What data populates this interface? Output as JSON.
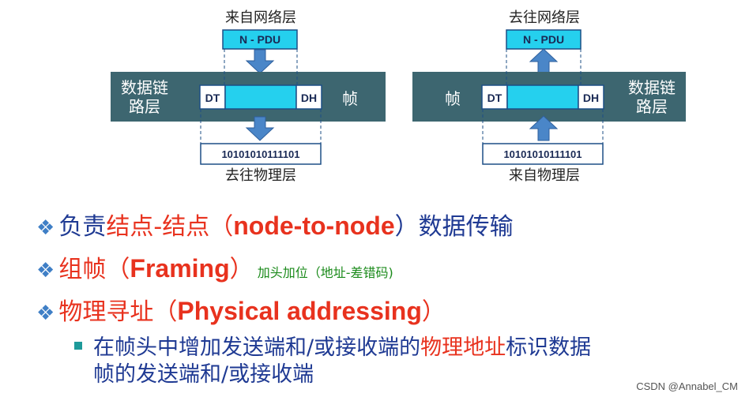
{
  "diagram": {
    "left": {
      "top_label": "来自网络层",
      "pdu": "N - PDU",
      "layer_label_line1": "数据链",
      "layer_label_line2": "路层",
      "dt": "DT",
      "dh": "DH",
      "frame_label": "帧",
      "bits": "10101010111101",
      "bottom_label": "去往物理层"
    },
    "right": {
      "top_label": "去往网络层",
      "pdu": "N - PDU",
      "frame_label": "帧",
      "dt": "DT",
      "dh": "DH",
      "layer_label_line1": "数据链",
      "layer_label_line2": "路层",
      "bits": "10101010111101",
      "bottom_label": "来自物理层"
    }
  },
  "bullets": [
    {
      "symbol": "❖",
      "parts": [
        {
          "text": "负责",
          "color": "navy"
        },
        {
          "text": "结点-结点",
          "color": "red"
        },
        {
          "text": "（",
          "color": "red"
        },
        {
          "text": "node-to-node",
          "color": "red"
        },
        {
          "text": "）数据传输",
          "color": "navy"
        }
      ]
    },
    {
      "symbol": "❖",
      "parts": [
        {
          "text": "组帧（",
          "color": "red"
        },
        {
          "text": "Framing",
          "color": "red"
        },
        {
          "text": "）",
          "color": "red"
        }
      ],
      "note": "加头加位（地址-差错码)"
    },
    {
      "symbol": "❖",
      "parts": [
        {
          "text": "物理寻址（",
          "color": "red"
        },
        {
          "text": "Physical addressing",
          "color": "red"
        },
        {
          "text": "）",
          "color": "red"
        }
      ]
    }
  ],
  "sub_bullet": {
    "line1_a": "在帧头中增加发送端和/或接收端的",
    "line1_b": "物理地址",
    "line1_c": "标识数据",
    "line2": "帧的发送端和/或接收端"
  },
  "watermark": "CSDN @Annabel_CM",
  "colors": {
    "band": "#3d6670",
    "cyan": "#25d0ee",
    "arrow": "#4a86c8",
    "navy": "#1f3a93",
    "red": "#e8321e",
    "note": "#1a8a1a"
  }
}
